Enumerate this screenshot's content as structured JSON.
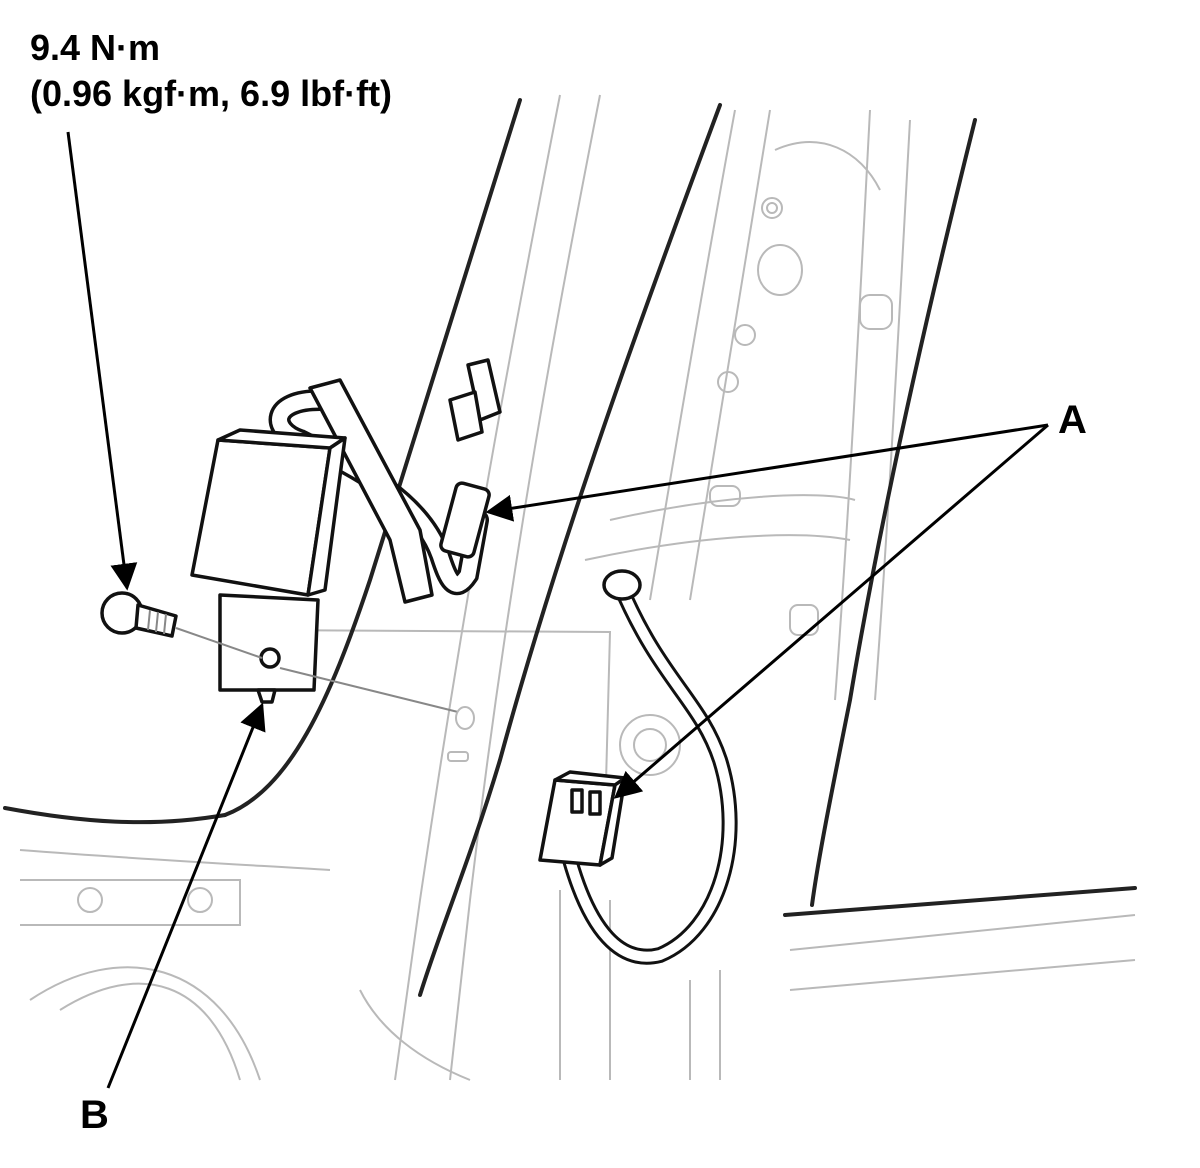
{
  "callouts": {
    "torque_line1": "9.4 N·m",
    "torque_line2": "(0.96 kgf·m, 6.9 lbf·ft)",
    "label_a": "A",
    "label_b": "B"
  },
  "colors": {
    "outline": "#111111",
    "ghost_line": "#b9b9b9",
    "background": "#ffffff"
  }
}
